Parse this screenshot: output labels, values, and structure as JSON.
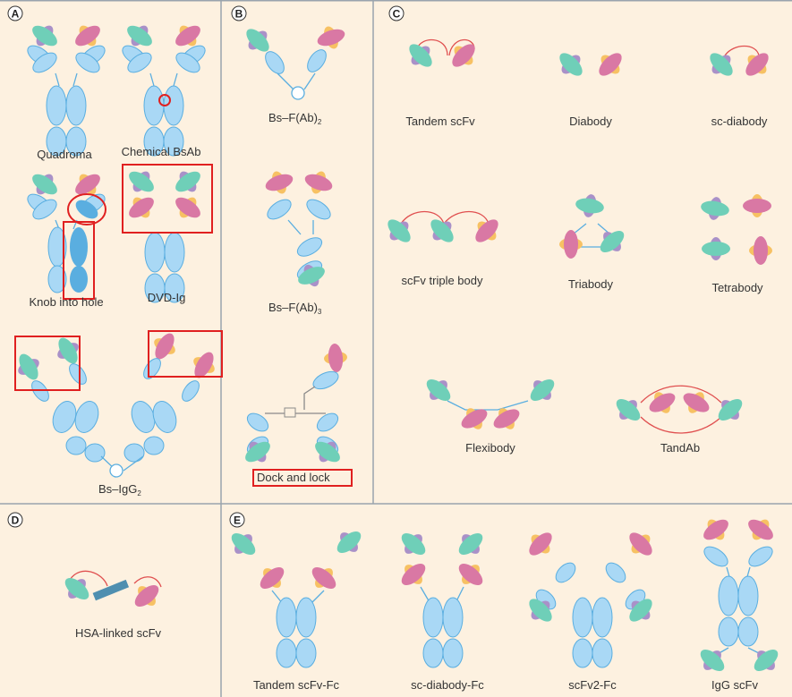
{
  "panels": {
    "A": {
      "letter": "A",
      "labels": {
        "quadroma": "Quadroma",
        "chemical": "Chemical BsAb",
        "knob": "Knob into hole",
        "dvd": "DVD-Ig",
        "bsigg_main": "Bs–IgG",
        "bsigg_sub": "2"
      }
    },
    "B": {
      "letter": "B",
      "labels": {
        "fab2_main": "Bs–F(Ab)",
        "fab2_sub": "2",
        "fab3_main": "Bs–F(Ab)",
        "fab3_sub": "3",
        "dock": "Dock and lock"
      }
    },
    "C": {
      "letter": "C",
      "labels": {
        "tandem": "Tandem scFv",
        "diabody": "Diabody",
        "scdiabody": "sc-diabody",
        "triple": "scFv triple body",
        "triabody": "Triabody",
        "tetrabody": "Tetrabody",
        "flexibody": "Flexibody",
        "tandab": "TandAb"
      }
    },
    "D": {
      "letter": "D",
      "labels": {
        "hsa": "HSA-linked scFv"
      }
    },
    "E": {
      "letter": "E",
      "labels": {
        "tandem_fc": "Tandem scFv-Fc",
        "scdiabody_fc": "sc-diabody-Fc",
        "scfv2_fc": "scFv2-Fc",
        "igg_scfv": "IgG scFv"
      }
    }
  },
  "colors": {
    "background": "#fdf1e0",
    "blue": "#a9d8f5",
    "blue_stroke": "#5aaee0",
    "teal": "#6fcfb8",
    "purple": "#a991c8",
    "pink": "#d978a4",
    "orange": "#f7c163",
    "highlight": "#e02020",
    "border": "#9aa4ad"
  }
}
